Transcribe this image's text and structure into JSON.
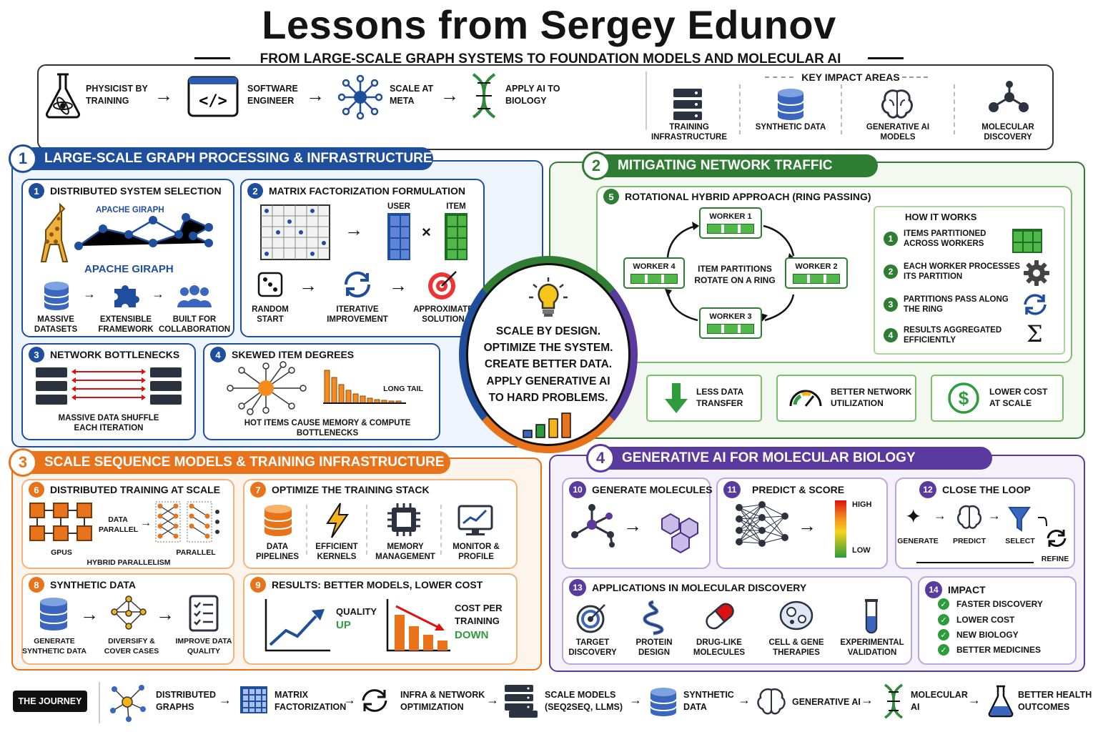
{
  "title": "Lessons from Sergey Edunov",
  "subtitle": "FROM LARGE-SCALE GRAPH SYSTEMS TO FOUNDATION MODELS AND MOLECULAR AI",
  "path": [
    "PHYSICIST BY TRAINING",
    "SOFTWARE ENGINEER",
    "SCALE AT META",
    "APPLY AI TO BIOLOGY"
  ],
  "impact": {
    "label": "KEY IMPACT AREAS",
    "items": [
      "TRAINING INFRASTRUCTURE",
      "SYNTHETIC DATA",
      "GENERATIVE AI MODELS",
      "MOLECULAR DISCOVERY"
    ]
  },
  "s1": {
    "num": "1",
    "title": "LARGE-SCALE GRAPH PROCESSING & INFRASTRUCTURE",
    "b1": {
      "num": "1",
      "title": "DISTRIBUTED SYSTEM SELECTION",
      "logo_small": "APACHE GIRAPH",
      "logo_big": "APACHE GIRAPH",
      "items": [
        "MASSIVE DATASETS",
        "EXTENSIBLE FRAMEWORK",
        "BUILT FOR COLLABORATION"
      ]
    },
    "b2": {
      "num": "2",
      "title": "MATRIX FACTORIZATION FORMULATION",
      "user": "USER",
      "item": "ITEM",
      "times": "×",
      "items": [
        "RANDOM START",
        "ITERATIVE IMPROVEMENT",
        "APPROXIMATE SOLUTION"
      ]
    },
    "b3": {
      "num": "3",
      "title": "NETWORK BOTTLENECKS",
      "caption": "MASSIVE DATA SHUFFLE EACH ITERATION"
    },
    "b4": {
      "num": "4",
      "title": "SKEWED ITEM DEGREES",
      "long_tail": "LONG TAIL",
      "caption": "HOT ITEMS CAUSE MEMORY & COMPUTE BOTTLENECKS"
    }
  },
  "s2": {
    "num": "2",
    "title": "MITIGATING NETWORK TRAFFIC",
    "b5": {
      "num": "5",
      "title": "ROTATIONAL HYBRID APPROACH (RING PASSING)",
      "workers": [
        "WORKER 1",
        "WORKER 2",
        "WORKER 3",
        "WORKER 4"
      ],
      "center": "ITEM PARTITIONS ROTATE ON A RING",
      "how": {
        "title": "HOW IT WORKS",
        "steps": [
          {
            "n": "1",
            "t": "ITEMS PARTITIONED ACROSS WORKERS"
          },
          {
            "n": "2",
            "t": "EACH WORKER PROCESSES ITS PARTITION"
          },
          {
            "n": "3",
            "t": "PARTITIONS PASS ALONG THE RING"
          },
          {
            "n": "4",
            "t": "RESULTS AGGREGATED EFFICIENTLY"
          }
        ]
      }
    },
    "benefits": [
      "LESS DATA TRANSFER",
      "BETTER NETWORK UTILIZATION",
      "LOWER COST AT SCALE"
    ]
  },
  "center": {
    "lines": [
      "SCALE BY DESIGN.",
      "OPTIMIZE THE SYSTEM.",
      "CREATE BETTER DATA.",
      "APPLY GENERATIVE AI",
      "TO HARD PROBLEMS."
    ]
  },
  "s3": {
    "num": "3",
    "title": "SCALE SEQUENCE MODELS & TRAINING INFRASTRUCTURE",
    "b6": {
      "num": "6",
      "title": "DISTRIBUTED TRAINING AT SCALE",
      "gpus": "GPUS",
      "data_parallel": "DATA PARALLEL",
      "parallel": "PARALLEL",
      "hybrid": "HYBRID PARALLELISM"
    },
    "b7": {
      "num": "7",
      "title": "OPTIMIZE THE TRAINING STACK",
      "items": [
        "DATA PIPELINES",
        "EFFICIENT KERNELS",
        "MEMORY MANAGEMENT",
        "MONITOR & PROFILE"
      ]
    },
    "b8": {
      "num": "8",
      "title": "SYNTHETIC DATA",
      "items": [
        "GENERATE SYNTHETIC DATA",
        "DIVERSIFY & COVER CASES",
        "IMPROVE DATA QUALITY"
      ]
    },
    "b9": {
      "num": "9",
      "title": "RESULTS: BETTER MODELS, LOWER COST",
      "quality": "QUALITY",
      "up": "UP",
      "cost": "COST PER TRAINING",
      "down": "DOWN"
    }
  },
  "s4": {
    "num": "4",
    "title": "GENERATIVE AI FOR MOLECULAR BIOLOGY",
    "b10": {
      "num": "10",
      "title": "GENERATE MOLECULES"
    },
    "b11": {
      "num": "11",
      "title": "PREDICT & SCORE",
      "high": "HIGH",
      "low": "LOW"
    },
    "b12": {
      "num": "12",
      "title": "CLOSE THE LOOP",
      "items": [
        "GENERATE",
        "PREDICT",
        "SELECT",
        "REFINE"
      ]
    },
    "b13": {
      "num": "13",
      "title": "APPLICATIONS IN MOLECULAR DISCOVERY",
      "items": [
        "TARGET DISCOVERY",
        "PROTEIN DESIGN",
        "DRUG-LIKE MOLECULES",
        "CELL & GENE THERAPIES",
        "EXPERIMENTAL VALIDATION"
      ]
    },
    "b14": {
      "num": "14",
      "title": "IMPACT",
      "items": [
        "FASTER DISCOVERY",
        "LOWER COST",
        "NEW BIOLOGY",
        "BETTER MEDICINES"
      ]
    }
  },
  "journey": {
    "label": "THE JOURNEY",
    "steps": [
      "DISTRIBUTED GRAPHS",
      "MATRIX FACTORIZATION",
      "INFRA & NETWORK OPTIMIZATION",
      "SCALE MODELS (SEQ2SEQ, LLMS)",
      "SYNTHETIC DATA",
      "GENERATIVE AI",
      "MOLECULAR AI",
      "BETTER HEALTH OUTCOMES"
    ]
  },
  "colors": {
    "blue": "#1f4e9c",
    "green": "#2e7d32",
    "orange": "#e8731a",
    "purple": "#5b3aa0",
    "lightblue": "#eef4fc",
    "lightgreen": "#f3f9f0",
    "lightorange": "#fdf5ec",
    "lightpurple": "#f4f1fa"
  }
}
